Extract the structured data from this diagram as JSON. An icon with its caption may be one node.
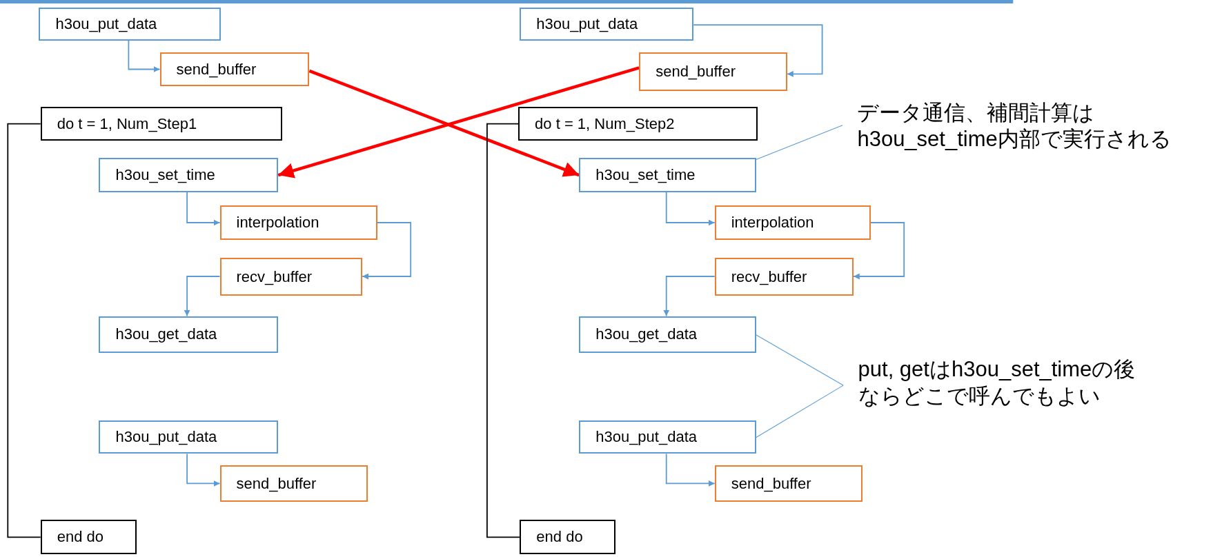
{
  "diagram": {
    "nodes": [
      {
        "text": [
          "h3ou_put_data"
        ]
      },
      {
        "text": [
          "send_buffer"
        ]
      },
      {
        "text": [
          "do t = 1, Num_Step1"
        ]
      },
      {
        "text": [
          "h3ou_set_time"
        ]
      },
      {
        "text": [
          "interpolation"
        ]
      },
      {
        "text": [
          "recv_buffer"
        ]
      },
      {
        "text": [
          "h3ou_get_data"
        ]
      },
      {
        "text": [
          "h3ou_put_data"
        ]
      },
      {
        "text": [
          "send_buffer"
        ]
      },
      {
        "text": [
          "end do"
        ]
      },
      {
        "text": [
          "h3ou_put_data"
        ]
      },
      {
        "text": [
          "send_buffer"
        ]
      },
      {
        "text": [
          "do t = 1, Num_Step2"
        ]
      },
      {
        "text": [
          "h3ou_set_time"
        ]
      },
      {
        "text": [
          "interpolation"
        ]
      },
      {
        "text": [
          "recv_buffer"
        ]
      },
      {
        "text": [
          "h3ou_get_data"
        ]
      },
      {
        "text": [
          "h3ou_put_data"
        ]
      },
      {
        "text": [
          "send_buffer"
        ]
      },
      {
        "text": [
          "end do"
        ]
      },
      {
        "text": [
          "データ通信、補間計算はh3ou_set_time内部で実行される"
        ]
      },
      {
        "text": [
          "put, getはh3ou_set_timeの後ならどこで呼んでもよい"
        ]
      }
    ],
    "edges": [
      {
        "from": 0,
        "to": 1,
        "arrow": "to"
      },
      {
        "from": 10,
        "to": 11,
        "arrow": "to"
      },
      {
        "from": 1,
        "to": 13,
        "arrow": "to",
        "style": "thick",
        "color": "#ff0000"
      },
      {
        "from": 11,
        "to": 3,
        "arrow": "to",
        "style": "thick",
        "color": "#ff0000"
      },
      {
        "from": 2,
        "to": 9,
        "arrow": "none",
        "color": "#000000"
      },
      {
        "from": 3,
        "to": 4,
        "arrow": "to"
      },
      {
        "from": 4,
        "to": 5,
        "arrow": "to"
      },
      {
        "from": 5,
        "to": 6,
        "arrow": "to"
      },
      {
        "from": 7,
        "to": 8,
        "arrow": "to"
      },
      {
        "from": 12,
        "to": 19,
        "arrow": "none",
        "color": "#000000"
      },
      {
        "from": 13,
        "to": 14,
        "arrow": "to"
      },
      {
        "from": 14,
        "to": 15,
        "arrow": "to"
      },
      {
        "from": 15,
        "to": 16,
        "arrow": "to"
      },
      {
        "from": 17,
        "to": 18,
        "arrow": "to"
      },
      {
        "from": 20,
        "to": 13,
        "arrow": "none"
      },
      {
        "from": 21,
        "to": 16,
        "arrow": "none"
      },
      {
        "from": 21,
        "to": 17,
        "arrow": "none"
      }
    ]
  }
}
